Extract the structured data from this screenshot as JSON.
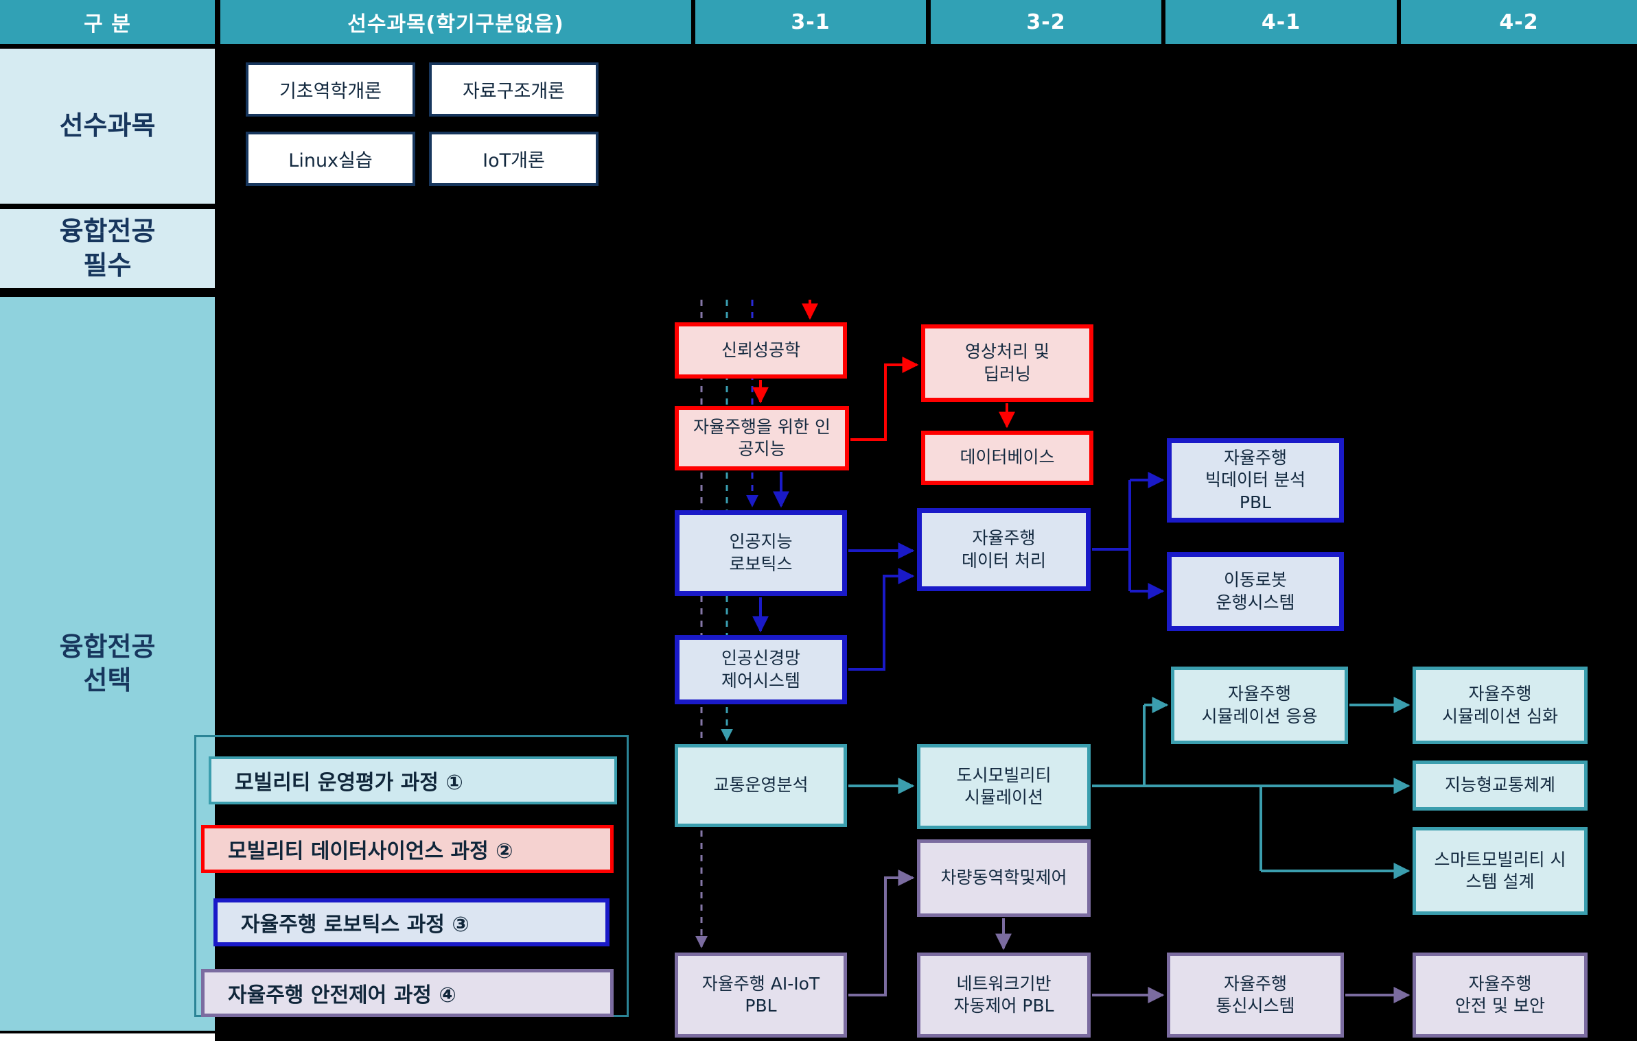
{
  "colors": {
    "header_bg": "#31A1B5",
    "light_cell_bg": "#D6EBF2",
    "elective_cell_bg": "#8FD2DD",
    "dark_navy_text": "#17365D",
    "track_red": "#FF0000",
    "track_blue": "#1A1AC8",
    "track_teal": "#3B9EAE",
    "track_purple": "#7B6CA0"
  },
  "header": {
    "category": "구 분",
    "prerequisite": "선수과목(학기구분없음)",
    "semesters": [
      "3-1",
      "3-2",
      "4-1",
      "4-2"
    ]
  },
  "side": {
    "prerequisite": "선수과목",
    "required": "융합전공\n필수",
    "elective": "융합전공\n선택"
  },
  "prerequisites": [
    "기초역학개론",
    "자료구조개론",
    "Linux실습",
    "IoT개론"
  ],
  "legend": [
    {
      "label": "모빌리티 운영평가 과정 ①",
      "group": 1,
      "color": "#3B9EAE"
    },
    {
      "label": "모빌리티 데이터사이언스 과정 ②",
      "group": 2,
      "color": "#FF0000"
    },
    {
      "label": "자율주행 로보틱스 과정 ③",
      "group": 3,
      "color": "#1A1AC8"
    },
    {
      "label": "자율주행 안전제어 과정 ④",
      "group": 4,
      "color": "#7B6CA0"
    }
  ],
  "courses": [
    {
      "label": "신뢰성공학",
      "group": 2,
      "semester": "3-1"
    },
    {
      "label": "자율주행을 위한 인\n공지능",
      "group": 2,
      "semester": "3-1"
    },
    {
      "label": "영상처리 및\n딥러닝",
      "group": 2,
      "semester": "3-2"
    },
    {
      "label": "데이터베이스",
      "group": 2,
      "semester": "3-2"
    },
    {
      "label": "인공지능\n로보틱스",
      "group": 3,
      "semester": "3-1"
    },
    {
      "label": "인공신경망\n제어시스템",
      "group": 3,
      "semester": "3-1"
    },
    {
      "label": "자율주행\n데이터 처리",
      "group": 3,
      "semester": "3-2"
    },
    {
      "label": "자율주행\n빅데이터 분석\nPBL",
      "group": 3,
      "semester": "4-1"
    },
    {
      "label": "이동로봇\n운행시스템",
      "group": 3,
      "semester": "4-1"
    },
    {
      "label": "교통운영분석",
      "group": 1,
      "semester": "3-1"
    },
    {
      "label": "도시모빌리티\n시뮬레이션",
      "group": 1,
      "semester": "3-2"
    },
    {
      "label": "자율주행\n시뮬레이션 응용",
      "group": 1,
      "semester": "4-1"
    },
    {
      "label": "자율주행\n시뮬레이션 심화",
      "group": 1,
      "semester": "4-2"
    },
    {
      "label": "지능형교통체계",
      "group": 1,
      "semester": "4-2"
    },
    {
      "label": "스마트모빌리티 시\n스템 설계",
      "group": 1,
      "semester": "4-2"
    },
    {
      "label": "차량동역학및제어",
      "group": 4,
      "semester": "3-2"
    },
    {
      "label": "자율주행 AI-IoT\nPBL",
      "group": 4,
      "semester": "3-1"
    },
    {
      "label": "네트워크기반\n자동제어 PBL",
      "group": 4,
      "semester": "3-2"
    },
    {
      "label": "자율주행\n통신시스템",
      "group": 4,
      "semester": "4-1"
    },
    {
      "label": "자율주행\n안전 및 보안",
      "group": 4,
      "semester": "4-2"
    }
  ],
  "connections": [
    {
      "from": "top",
      "to": "신뢰성공학",
      "track": "red",
      "style": "dashed"
    },
    {
      "from": "top",
      "to": "인공지능 로보틱스",
      "track": "blue",
      "style": "dashed"
    },
    {
      "from": "top",
      "to": "교통운영분석",
      "track": "teal",
      "style": "dashed"
    },
    {
      "from": "top",
      "to": "자율주행 AI-IoT PBL",
      "track": "purple",
      "style": "dashed"
    },
    {
      "from": "신뢰성공학",
      "to": "자율주행을 위한 인공지능",
      "track": "red",
      "style": "solid"
    },
    {
      "from": "자율주행을 위한 인공지능",
      "to": "영상처리 및 딥러닝",
      "track": "red",
      "style": "solid"
    },
    {
      "from": "영상처리 및 딥러닝",
      "to": "데이터베이스",
      "track": "red",
      "style": "solid"
    },
    {
      "from": "자율주행을 위한 인공지능",
      "to": "인공지능 로보틱스",
      "track": "blue",
      "style": "solid"
    },
    {
      "from": "인공지능 로보틱스",
      "to": "인공신경망 제어시스템",
      "track": "blue",
      "style": "solid"
    },
    {
      "from": "인공지능 로보틱스",
      "to": "자율주행 데이터 처리",
      "track": "blue",
      "style": "solid"
    },
    {
      "from": "인공신경망 제어시스템",
      "to": "자율주행 데이터 처리",
      "track": "blue",
      "style": "solid"
    },
    {
      "from": "자율주행 데이터 처리",
      "to": "자율주행 빅데이터 분석 PBL",
      "track": "blue",
      "style": "solid"
    },
    {
      "from": "자율주행 데이터 처리",
      "to": "이동로봇 운행시스템",
      "track": "blue",
      "style": "solid"
    },
    {
      "from": "교통운영분석",
      "to": "도시모빌리티 시뮬레이션",
      "track": "teal",
      "style": "solid"
    },
    {
      "from": "도시모빌리티 시뮬레이션",
      "to": "자율주행 시뮬레이션 응용",
      "track": "teal",
      "style": "solid"
    },
    {
      "from": "자율주행 시뮬레이션 응용",
      "to": "자율주행 시뮬레이션 심화",
      "track": "teal",
      "style": "solid"
    },
    {
      "from": "도시모빌리티 시뮬레이션",
      "to": "지능형교통체계",
      "track": "teal",
      "style": "solid"
    },
    {
      "from": "도시모빌리티 시뮬레이션",
      "to": "스마트모빌리티 시스템 설계",
      "track": "teal",
      "style": "solid"
    },
    {
      "from": "자율주행 AI-IoT PBL",
      "to": "차량동역학및제어",
      "track": "purple",
      "style": "solid"
    },
    {
      "from": "차량동역학및제어",
      "to": "네트워크기반 자동제어 PBL",
      "track": "purple",
      "style": "solid"
    },
    {
      "from": "네트워크기반 자동제어 PBL",
      "to": "자율주행 통신시스템",
      "track": "purple",
      "style": "solid"
    },
    {
      "from": "자율주행 통신시스템",
      "to": "자율주행 안전 및 보안",
      "track": "purple",
      "style": "solid"
    }
  ]
}
